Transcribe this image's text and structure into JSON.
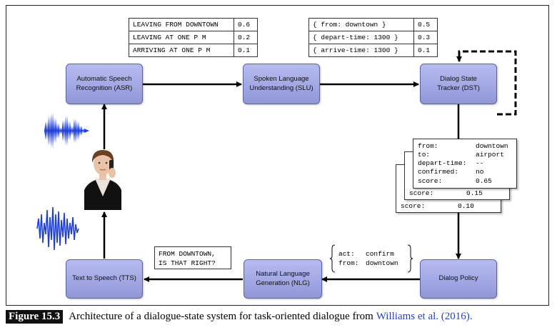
{
  "nodes": {
    "asr": "Automatic Speech\nRecognition (ASR)",
    "slu": "Spoken Language\nUnderstanding (SLU)",
    "dst": "Dialog State\nTracker (DST)",
    "policy": "Dialog Policy",
    "nlg": "Natural Language\nGeneration (NLG)",
    "tts": "Text to Speech (TTS)"
  },
  "asr_hypotheses": [
    {
      "text": "LEAVING FROM DOWNTOWN",
      "score": "0.6"
    },
    {
      "text": "LEAVING AT ONE P M",
      "score": "0.2"
    },
    {
      "text": "ARRIVING AT ONE P M",
      "score": "0.1"
    }
  ],
  "slu_hypotheses": [
    {
      "text": "{ from: downtown }",
      "score": "0.5"
    },
    {
      "text": "{ depart-time: 1300 }",
      "score": "0.3"
    },
    {
      "text": "{ arrive-time: 1300 }",
      "score": "0.1"
    }
  ],
  "state_front": {
    "from_label": "from:",
    "from_value": "downtown",
    "to_label": "to:",
    "to_value": "airport",
    "depart_label": "depart-time:",
    "depart_value": "--",
    "confirmed_label": "confirmed:",
    "confirmed_value": "no",
    "score_label": "score:",
    "score_value": "0.65"
  },
  "state_middle": {
    "score_label": "score:",
    "score_value": "0.15"
  },
  "state_back": {
    "score_label": "score:",
    "score_value": "0.10"
  },
  "dialog_act": {
    "act_label": "act:",
    "act_value": "confirm",
    "from_label": "from:",
    "from_value": "downtown"
  },
  "nlg_output": "FROM DOWNTOWN,\nIS THAT RIGHT?",
  "caption": {
    "label": "Figure 15.3",
    "text": "Architecture of a dialogue-state system for task-oriented dialogue from",
    "citation": "Williams et al. (2016)."
  },
  "colors": {
    "node_fill": "#9aa1e0",
    "node_border": "#5a63a8",
    "waveform": "#1f3fd6",
    "citation": "#2a3fbf"
  }
}
